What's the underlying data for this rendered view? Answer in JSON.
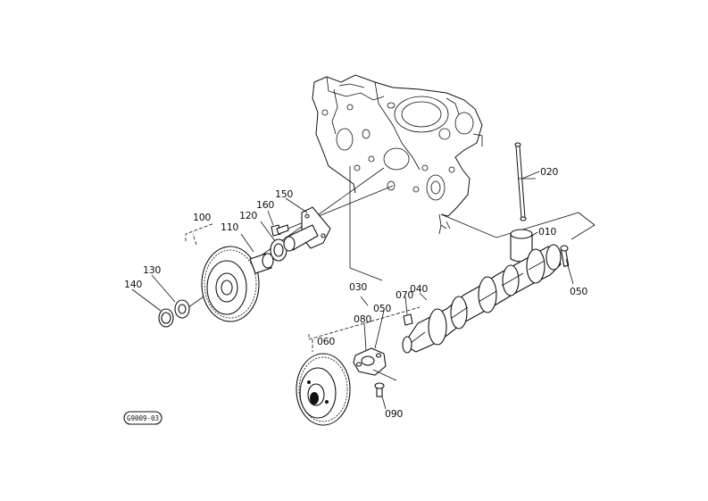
{
  "diagram": {
    "labels": {
      "p010": "010",
      "p020": "020",
      "p030": "030",
      "p040": "040",
      "p050a": "050",
      "p050b": "050",
      "p060": "060",
      "p070": "070",
      "p080": "080",
      "p090": "090",
      "p100": "100",
      "p110": "110",
      "p120": "120",
      "p130": "130",
      "p140": "140",
      "p150": "150",
      "p160": "160"
    },
    "drawing_code": "G9009-03"
  },
  "colors": {
    "ink": "#111111",
    "paper": "#ffffff"
  }
}
